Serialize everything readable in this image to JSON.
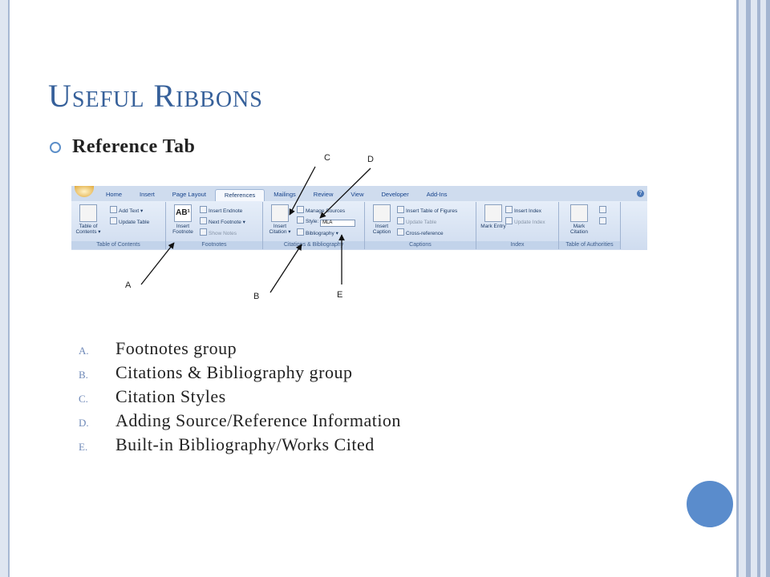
{
  "slide": {
    "title": "Useful Ribbons",
    "bullet": "Reference Tab"
  },
  "ribbon": {
    "tabs": [
      "Home",
      "Insert",
      "Page Layout",
      "References",
      "Mailings",
      "Review",
      "View",
      "Developer",
      "Add-Ins"
    ],
    "active_tab": "References",
    "groups": {
      "toc": {
        "label": "Table of Contents",
        "big_button": "Table of Contents",
        "items": [
          "Add Text",
          "Update Table"
        ]
      },
      "footnotes": {
        "label": "Footnotes",
        "big_button": "Insert Footnote",
        "items": [
          "Insert Endnote",
          "Next Footnote",
          "Show Notes"
        ]
      },
      "citations": {
        "label": "Citations & Bibliography",
        "big_button": "Insert Citation",
        "items": [
          "Manage Sources",
          "Style:",
          "Bibliography"
        ],
        "style_value": "MLA"
      },
      "captions": {
        "label": "Captions",
        "big_button": "Insert Caption",
        "items": [
          "Insert Table of Figures",
          "Update Table",
          "Cross-reference"
        ]
      },
      "index": {
        "label": "Index",
        "big_button": "Mark Entry",
        "items": [
          "Insert Index",
          "Update Index"
        ]
      },
      "authorities": {
        "label": "Table of Authorities",
        "big_button": "Mark Citation"
      }
    }
  },
  "annotations": {
    "A": "A",
    "B": "B",
    "C": "C",
    "D": "D",
    "E": "E"
  },
  "legend": [
    {
      "letter": "A.",
      "text": "Footnotes group"
    },
    {
      "letter": "B.",
      "text": "Citations & Bibliography group"
    },
    {
      "letter": "C.",
      "text": "Citation Styles"
    },
    {
      "letter": "D.",
      "text": "Adding Source/Reference Information"
    },
    {
      "letter": "E.",
      "text": "Built-in Bibliography/Works Cited"
    }
  ],
  "colors": {
    "title": "#36609a",
    "accent_circle": "#5a8ccc",
    "ribbon_background": "#cfdcee"
  }
}
